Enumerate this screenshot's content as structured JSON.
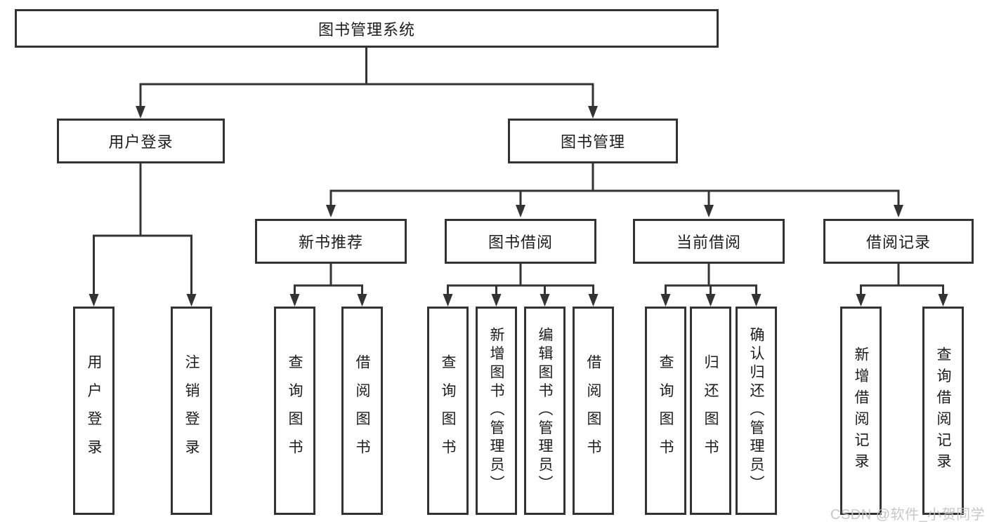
{
  "tree": {
    "root": {
      "label": "图书管理系统",
      "children": [
        {
          "label": "用户登录",
          "children": [
            {
              "label": "用户登录"
            },
            {
              "label": "注销登录"
            }
          ]
        },
        {
          "label": "图书管理",
          "children": [
            {
              "label": "新书推荐",
              "children": [
                {
                  "label": "查询图书"
                },
                {
                  "label": "借阅图书"
                }
              ]
            },
            {
              "label": "图书借阅",
              "children": [
                {
                  "label": "查询图书"
                },
                {
                  "label": "新增图书（管理员）"
                },
                {
                  "label": "编辑图书（管理员）"
                },
                {
                  "label": "借阅图书"
                }
              ]
            },
            {
              "label": "当前借阅",
              "children": [
                {
                  "label": "查询图书"
                },
                {
                  "label": "归还图书"
                },
                {
                  "label": "确认归还（管理员）"
                }
              ]
            },
            {
              "label": "借阅记录",
              "children": [
                {
                  "label": "新增借阅记录"
                },
                {
                  "label": "查询借阅记录"
                }
              ]
            }
          ]
        }
      ]
    }
  },
  "colors": {
    "line": "#333333",
    "text": "#1c1c1c",
    "background": "#ffffff",
    "watermark": "#c3c3c3"
  },
  "watermark": "CSDN @软件_小贺同学"
}
